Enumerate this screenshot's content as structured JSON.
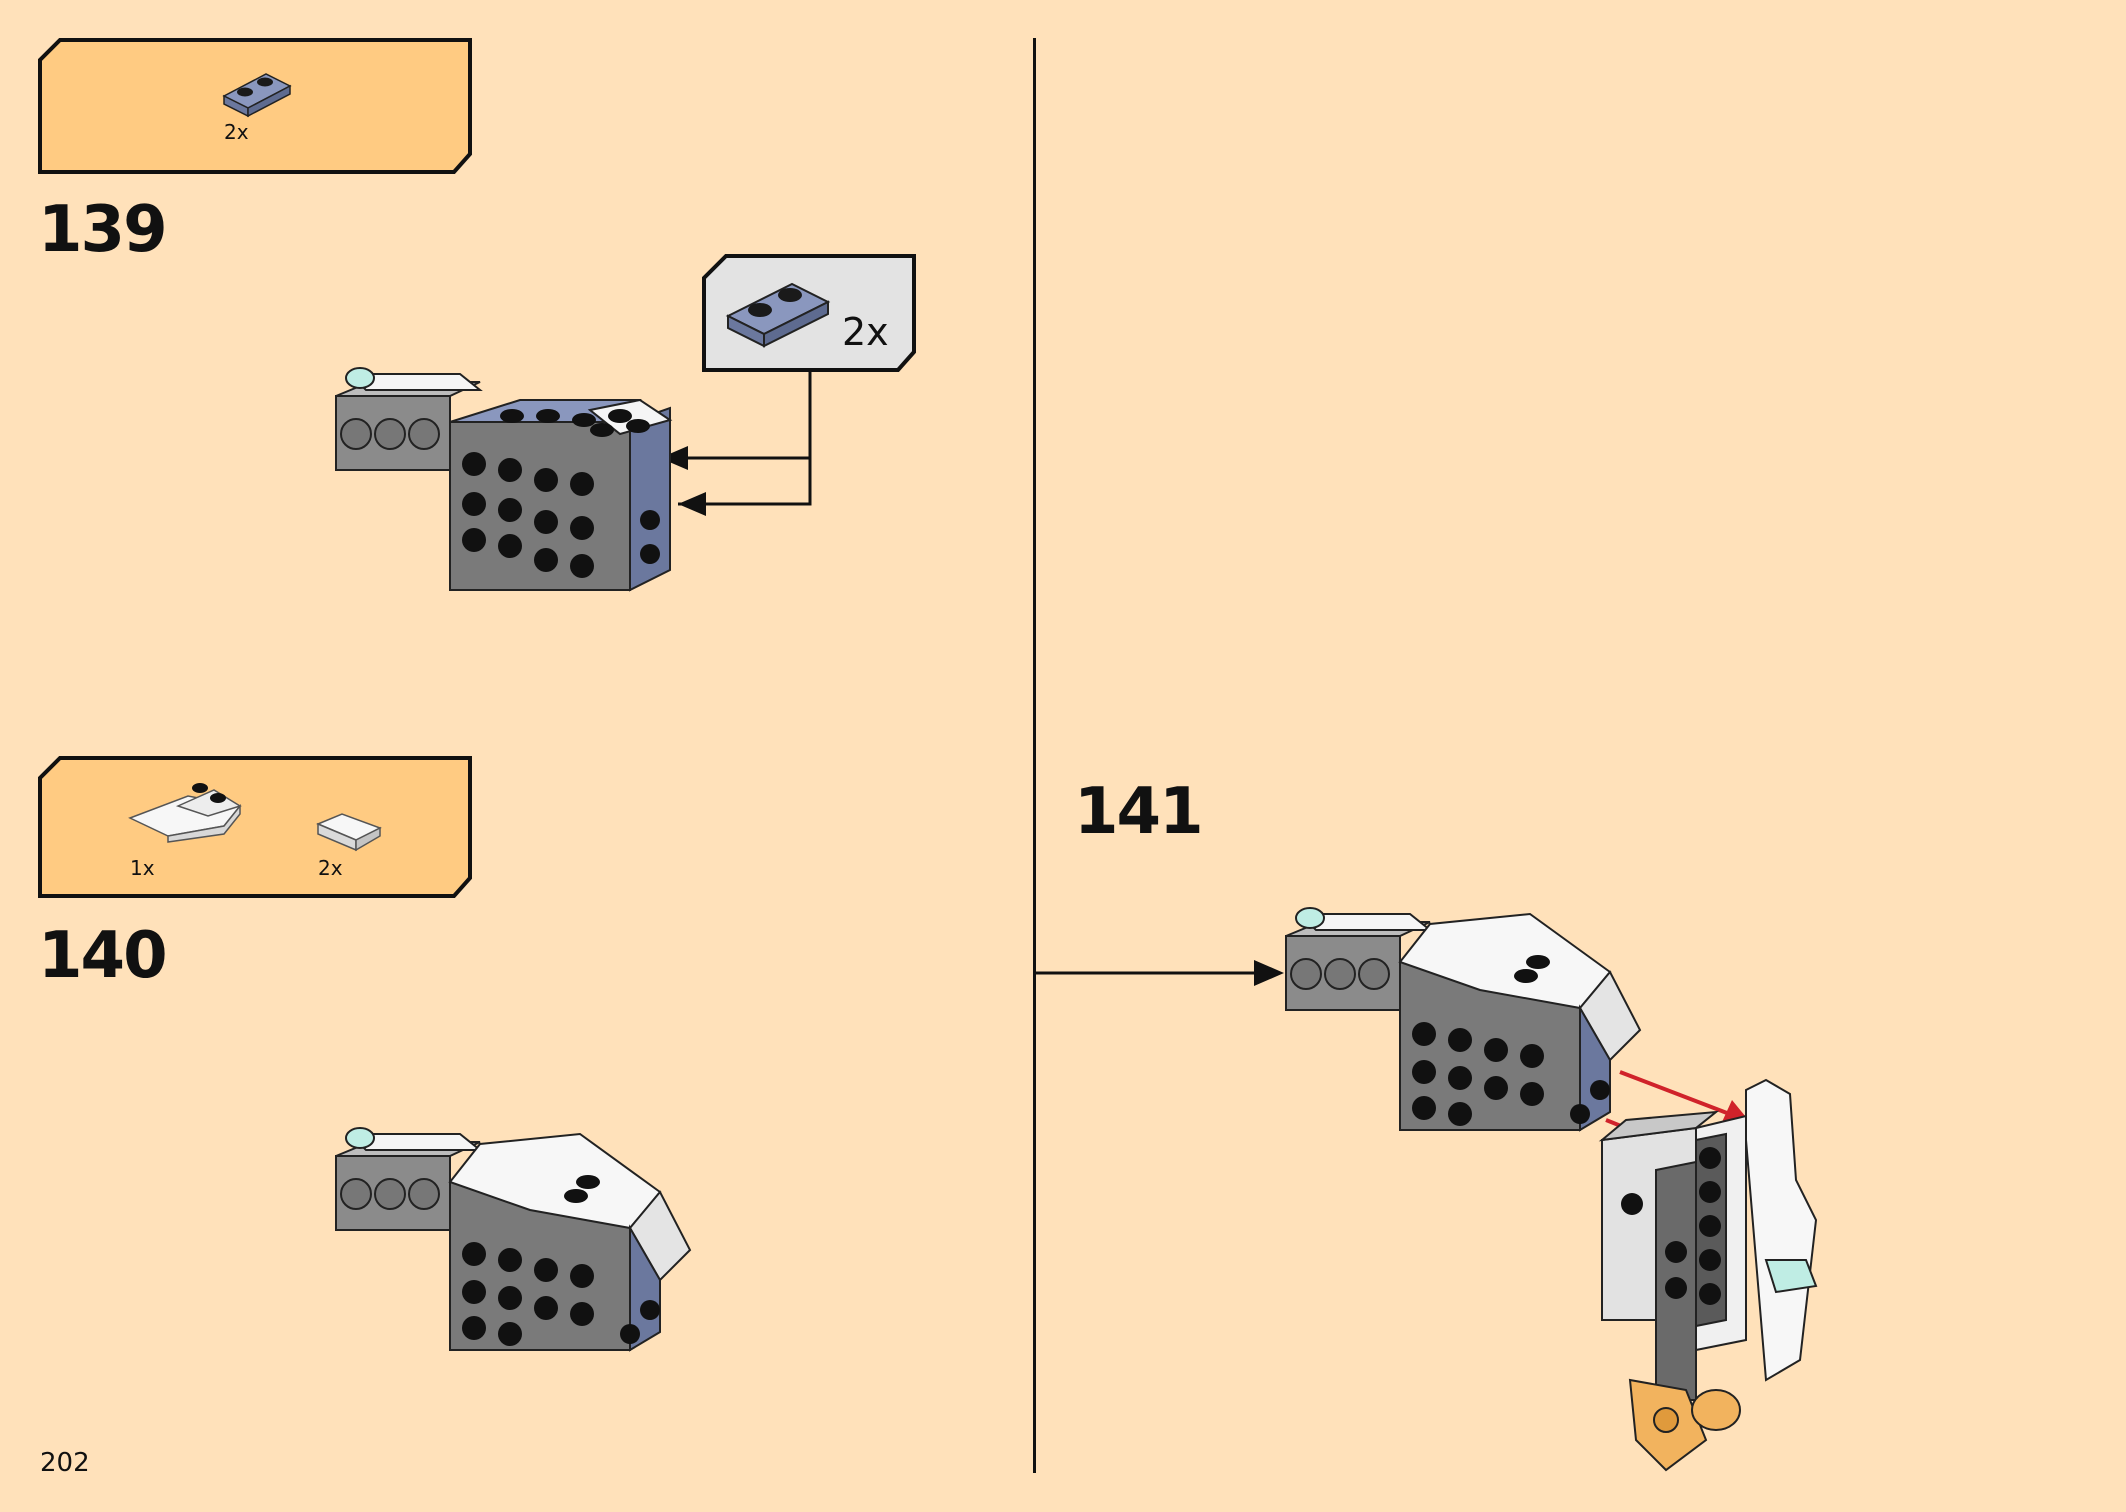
{
  "page": {
    "number": "202",
    "background": "#FFE1BA",
    "callout_fill": "#FFCB82",
    "subcall_fill": "#E3E3E3"
  },
  "steps": [
    {
      "number": "139",
      "parts": [
        {
          "qty": "2x",
          "icon": "plate-1x2-sand-blue-icon"
        }
      ],
      "subassembly": {
        "qty": "2x",
        "icon": "plate-1x2-sand-blue-icon"
      }
    },
    {
      "number": "140",
      "parts": [
        {
          "qty": "1x",
          "icon": "white-wedge-plate-icon"
        },
        {
          "qty": "2x",
          "icon": "white-slope-tile-icon"
        }
      ]
    },
    {
      "number": "141"
    }
  ],
  "colors": {
    "sand_blue": "#7F8DB4",
    "dark_gray": "#6A6A6A",
    "mid_gray": "#A0A0A0",
    "white": "#F7F7F7",
    "red_arrow": "#D0222A",
    "orange": "#F2B35E",
    "trans_light": "#BFEDE4"
  }
}
